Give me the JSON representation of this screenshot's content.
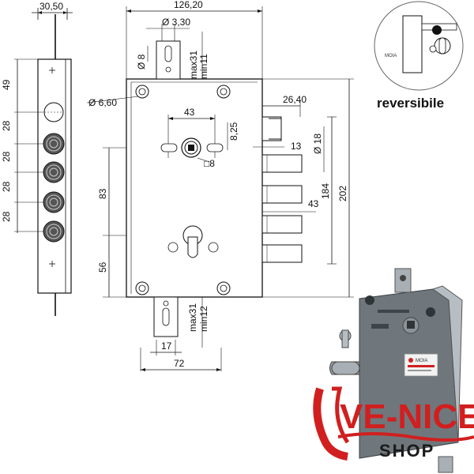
{
  "drawing": {
    "top_dims": {
      "rod_width": "30,50",
      "body_width": "126,20",
      "hole_diameter": "Ø 3,30",
      "slot_width": "Ø 8",
      "travel_top": "max31\nmin11"
    },
    "left_dims": {
      "top_offset": "49",
      "spacing": [
        "28",
        "28",
        "28",
        "28"
      ]
    },
    "body_dims": {
      "screw_hole": "Ø 6,60",
      "spindle_spacing": "43",
      "spindle_offset": "8,25",
      "square": "□8",
      "bolt_projection": "26,40",
      "bolt_diameter": "Ø 18",
      "bolt_offset": "13",
      "backset": "43",
      "height_inner": "184",
      "height_total": "202",
      "center_distance": "83",
      "lower_offset": "56"
    },
    "bottom_dims": {
      "travel_bottom": "max31\nmin12",
      "slot_width": "17",
      "plate_width": "72"
    },
    "inset_label": "reversibile",
    "inset_tiny_text": "MOIA"
  },
  "product_photo": {
    "label_brand": "MOIA"
  },
  "logo": {
    "brand": "VE-NICE",
    "sub": "SHOP",
    "colors": {
      "primary": "#d11f1f",
      "text": "#1a1a1a"
    }
  }
}
